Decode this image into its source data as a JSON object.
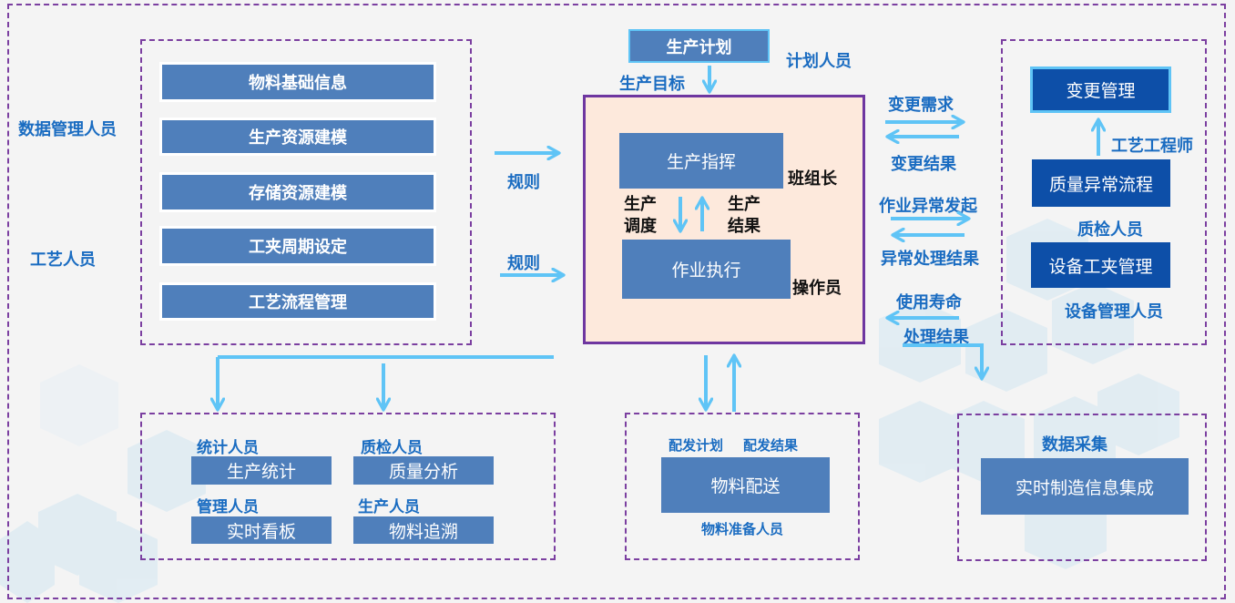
{
  "colors": {
    "module_box": "#4f7fbb",
    "dark_box": "#0d4fa8",
    "arrow": "#5fc4f6",
    "dashed_border": "#7b3fa0",
    "center_panel_bg": "#fde9dc",
    "center_panel_border": "#6e36a0",
    "role_text": "#1a6cc1"
  },
  "left_roles": {
    "data_manager": "数据管理人员",
    "process_staff": "工艺人员"
  },
  "modeling_modules": [
    "物料基础信息",
    "生产资源建模",
    "存储资源建模",
    "工夹周期设定",
    "工艺流程管理"
  ],
  "rule_labels": [
    "规则",
    "规则"
  ],
  "plan": {
    "box": "生产计划",
    "role": "计划人员",
    "output": "生产目标"
  },
  "center": {
    "command_box": "生产指挥",
    "command_role": "班组长",
    "dispatch_label_1": "生产",
    "dispatch_label_2": "调度",
    "result_label_1": "生产",
    "result_label_2": "结果",
    "execute_box": "作业执行",
    "execute_role": "操作员"
  },
  "right_flows": {
    "change_request": "变更需求",
    "change_result": "变更结果",
    "exception_raise": "作业异常发起",
    "exception_result": "异常处理结果",
    "service_life": "使用寿命",
    "handle_result": "处理结果"
  },
  "right_panel": {
    "change_mgmt": "变更管理",
    "process_engineer": "工艺工程师",
    "quality_flow": "质量异常流程",
    "quality_inspector": "质检人员",
    "equipment_mgmt": "设备工夹管理",
    "equipment_manager": "设备管理人员"
  },
  "analysis_panel": {
    "items": [
      {
        "role": "统计人员",
        "box": "生产统计"
      },
      {
        "role": "质检人员",
        "box": "质量分析"
      },
      {
        "role": "管理人员",
        "box": "实时看板"
      },
      {
        "role": "生产人员",
        "box": "物料追溯"
      }
    ]
  },
  "delivery_panel": {
    "plan_label": "配发计划",
    "result_label": "配发结果",
    "box": "物料配送",
    "role": "物料准备人员"
  },
  "collection_panel": {
    "title": "数据采集",
    "box": "实时制造信息集成"
  }
}
